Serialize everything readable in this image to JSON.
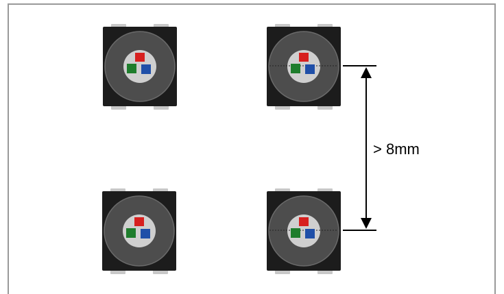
{
  "diagram": {
    "spacing_label": "> 8mm",
    "components": [
      {
        "name": "rgb-led-top-left",
        "has_center_mark": false
      },
      {
        "name": "rgb-led-top-right",
        "has_center_mark": true
      },
      {
        "name": "rgb-led-bottom-left",
        "has_center_mark": false
      },
      {
        "name": "rgb-led-bottom-right",
        "has_center_mark": true
      }
    ],
    "colors": {
      "frame": "#999999",
      "package_body": "#1c1c1c",
      "lens_ring": "#4d4d4d",
      "lens_outline": "#6a6a6a",
      "die_area": "#cfcfcf",
      "pad": "#c8c8c8",
      "die_red": "#d7201f",
      "die_green": "#1e7d2c",
      "die_blue": "#1f4fa8",
      "dimension_line": "#000000"
    }
  }
}
